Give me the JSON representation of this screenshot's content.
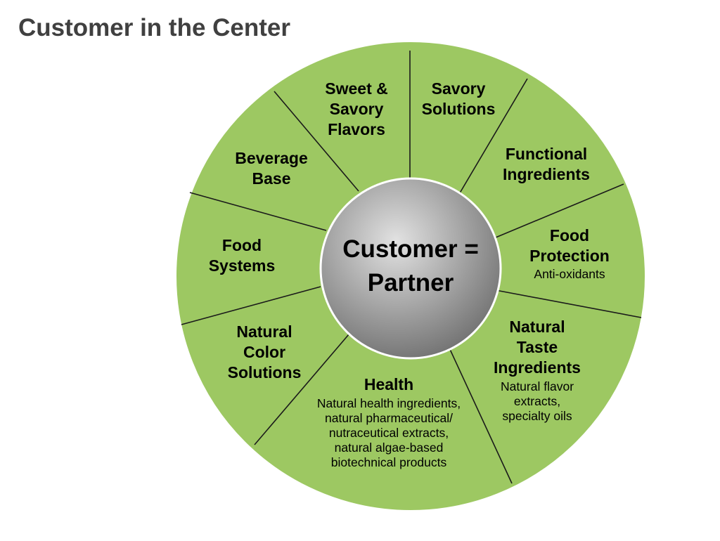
{
  "title": "Customer in the Center",
  "center": {
    "lines": [
      "Customer =",
      "Partner"
    ]
  },
  "segments": [
    {
      "id": "sweet-savory-flavors",
      "title": [
        "Sweet &",
        "Savory",
        "Flavors"
      ],
      "sub": []
    },
    {
      "id": "savory-solutions",
      "title": [
        "Savory",
        "Solutions"
      ],
      "sub": []
    },
    {
      "id": "functional-ingredients",
      "title": [
        "Functional",
        "Ingredients"
      ],
      "sub": []
    },
    {
      "id": "food-protection",
      "title": [
        "Food",
        "Protection"
      ],
      "sub": [
        "Anti-oxidants"
      ]
    },
    {
      "id": "natural-taste-ingredients",
      "title": [
        "Natural",
        "Taste",
        "Ingredients"
      ],
      "sub": [
        "Natural flavor",
        "extracts,",
        "specialty oils"
      ]
    },
    {
      "id": "health",
      "title": [
        "Health"
      ],
      "sub": [
        "Natural health ingredients,",
        "natural pharmaceutical/",
        "nutraceutical extracts,",
        "natural algae-based",
        "biotechnical products"
      ]
    },
    {
      "id": "natural-color-solutions",
      "title": [
        "Natural",
        "Color",
        "Solutions"
      ],
      "sub": []
    },
    {
      "id": "food-systems",
      "title": [
        "Food",
        "Systems"
      ],
      "sub": []
    },
    {
      "id": "beverage-base",
      "title": [
        "Beverage",
        "Base"
      ],
      "sub": []
    }
  ],
  "colors": {
    "segment_fill": "#9dc862",
    "divider": "#1a1a1a",
    "center_light": "#e2e2e2",
    "center_dark": "#6f6f6f",
    "title_text": "#404040"
  }
}
